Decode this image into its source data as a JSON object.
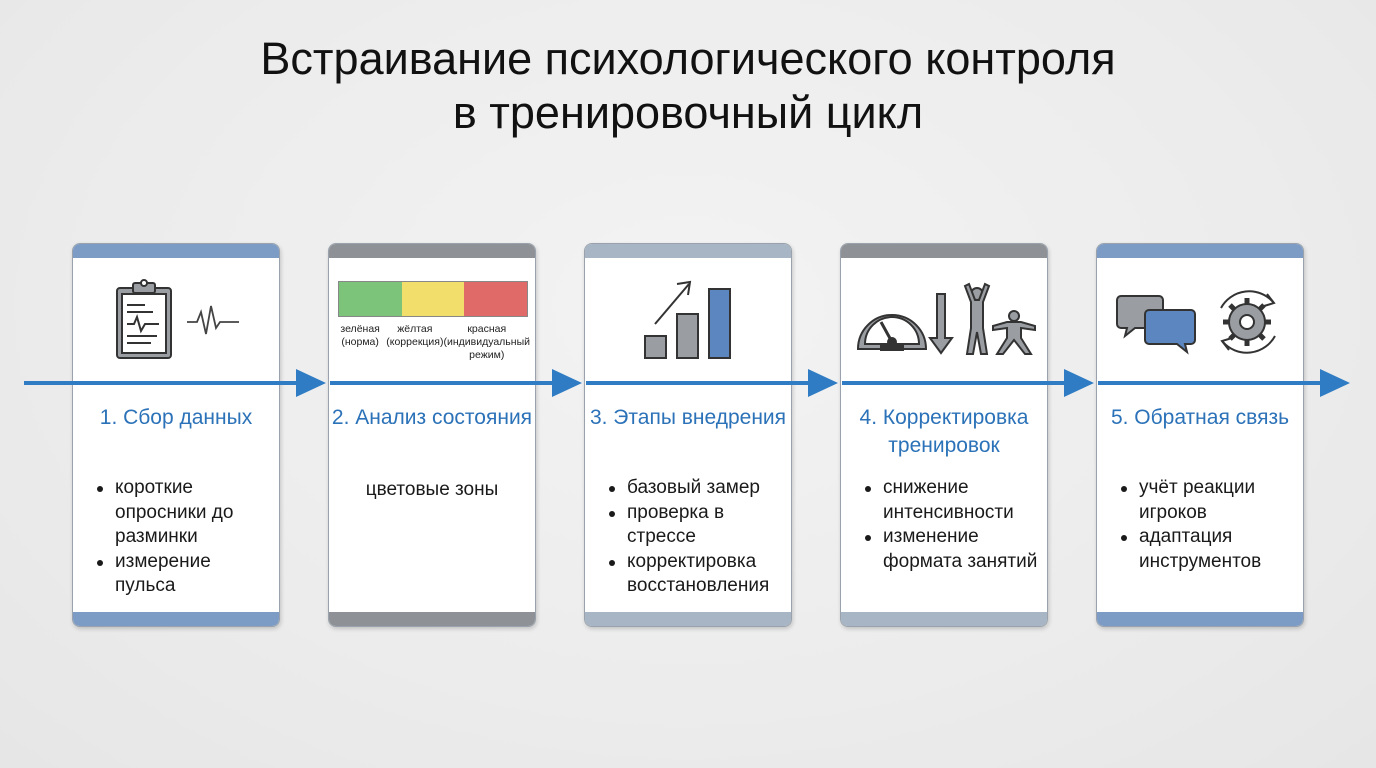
{
  "title": {
    "line1": "Встраивание психологического контроля",
    "line2": "в тренировочный цикл"
  },
  "colors": {
    "arrow": "#2f7cc4",
    "heading": "#2b72b8",
    "zone_green": "#7cc47a",
    "zone_yellow": "#f2df6b",
    "zone_red": "#e06a68"
  },
  "steps": [
    {
      "heading": "1. Сбор данных",
      "icons": [
        "clipboard-icon",
        "heartbeat-icon"
      ],
      "bullets": [
        "короткие опросники до разминки",
        "измерение пульса"
      ]
    },
    {
      "heading": "2. Анализ состояния",
      "icons": [
        "color-zone-bar"
      ],
      "zones": [
        {
          "label": "зелёная (норма)",
          "color": "#7cc47a"
        },
        {
          "label": "жёлтая (коррекция)",
          "color": "#f2df6b"
        },
        {
          "label": "красная (индивидуальный режим)",
          "color": "#e06a68"
        }
      ],
      "text": "цветовые зоны"
    },
    {
      "heading": "3. Этапы внедрения",
      "icons": [
        "growth-bar-chart-icon"
      ],
      "bullets": [
        "базовый замер",
        "проверка в стрессе",
        "корректировка восстановления"
      ]
    },
    {
      "heading": "4. Корректировка тренировок",
      "icons": [
        "speedometer-icon",
        "down-arrow-icon",
        "athlete-icon"
      ],
      "bullets": [
        "снижение интенсивности",
        "изменение формата занятий"
      ]
    },
    {
      "heading": "5. Обратная связь",
      "icons": [
        "chat-bubbles-icon",
        "gear-cycle-icon"
      ],
      "bullets": [
        "учёт реакции игроков",
        "адаптация инструментов"
      ]
    }
  ]
}
